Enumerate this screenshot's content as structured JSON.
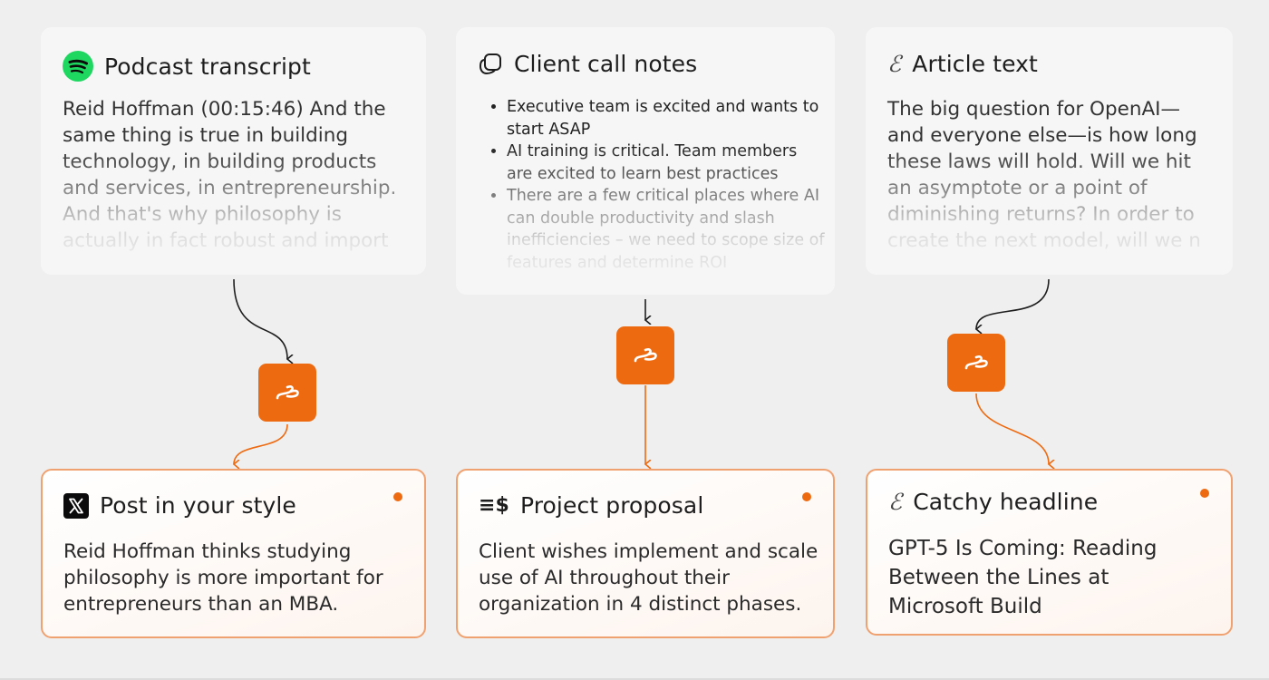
{
  "colors": {
    "accent": "#ee6a10",
    "accent_light": "#f0a170",
    "source_card_bg": "#f6f6f6",
    "page_bg": "#efefef",
    "spotify_green": "#1ed760"
  },
  "columns": [
    {
      "source": {
        "icon": "spotify-icon",
        "title": "Podcast transcript",
        "text": "Reid Hoffman (00:15:46) And the same thing is true in building technology, in building products and services, in entrepreneurship. And that's why philosophy is actually in fact robust and import"
      },
      "node_icon": "squiggle-icon",
      "output": {
        "icon": "x-logo-icon",
        "title": "Post in your style",
        "text": "Reid Hoffman thinks studying philosophy is more important for entrepreneurs than an MBA."
      }
    },
    {
      "source": {
        "icon": "chat-bubbles-icon",
        "title": "Client call notes",
        "bullets": [
          "Executive team is excited and wants to start ASAP",
          "AI training is critical. Team members are excited to learn best practices",
          "There are a few critical places where AI can double productivity and slash inefficiencies – we need to scope size of features and determine ROI"
        ]
      },
      "node_icon": "squiggle-icon",
      "output": {
        "icon": "money-icon",
        "icon_glyph": "≡$",
        "title": "Project proposal",
        "text": "Client wishes implement and scale use of AI throughout their organization in 4 distinct phases."
      }
    },
    {
      "source": {
        "icon": "script-e-icon",
        "icon_glyph": "ℰ",
        "title": "Article text",
        "text": "The big question for OpenAI—and everyone else—is how long these laws will hold. Will we hit an asymptote or a point of diminishing returns? In order to create the next model, will we n"
      },
      "node_icon": "squiggle-icon",
      "output": {
        "icon": "script-e-icon",
        "icon_glyph": "ℰ",
        "title": "Catchy headline",
        "text": "GPT-5 Is Coming:  Reading Between the Lines at Microsoft Build"
      }
    }
  ]
}
